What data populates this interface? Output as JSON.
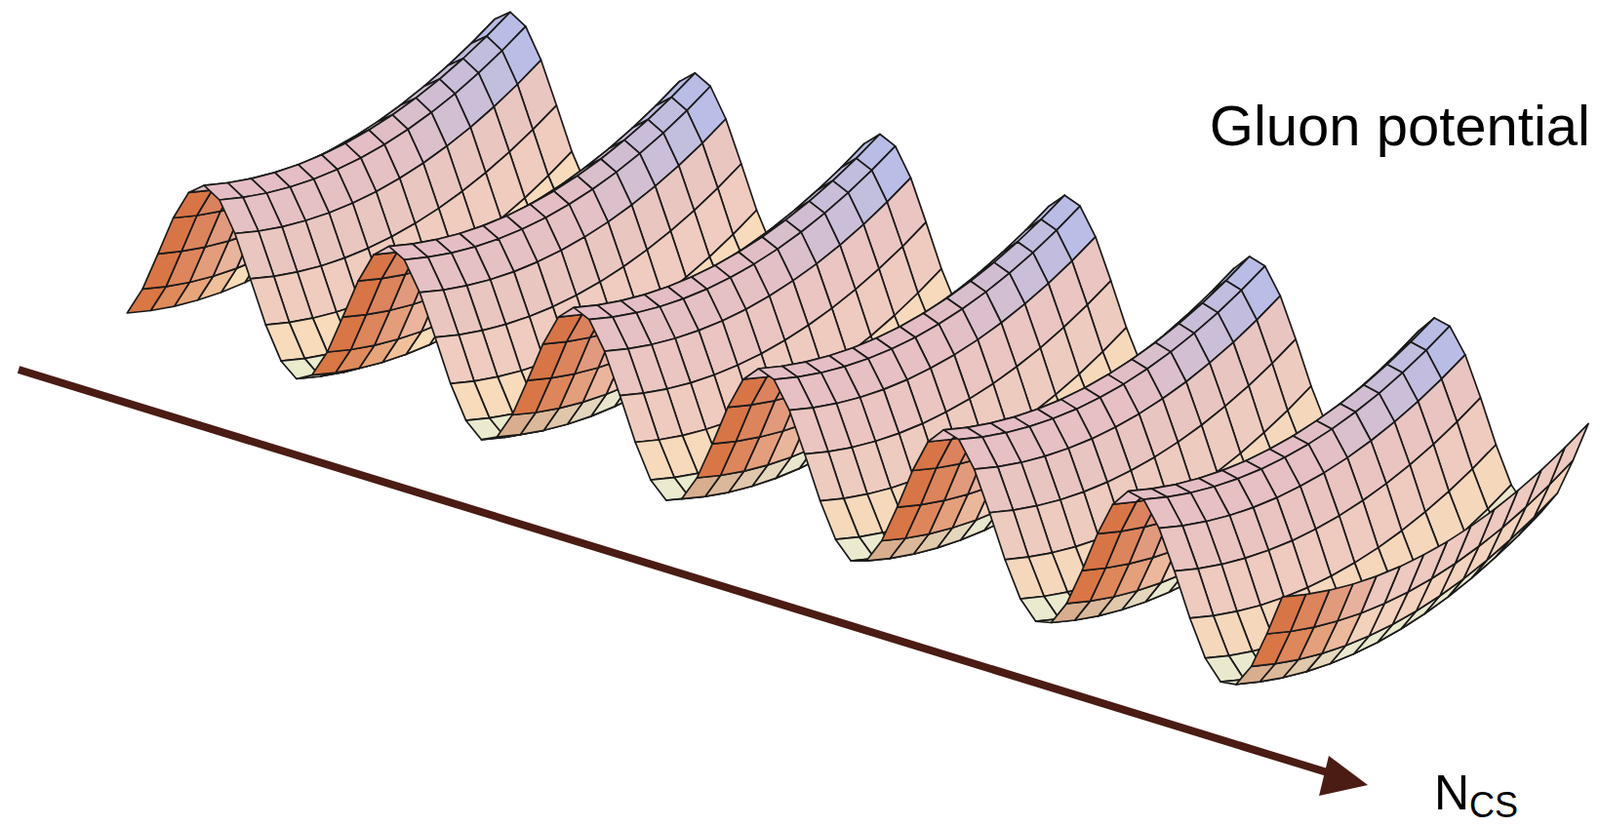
{
  "diagram": {
    "labels": [
      "Gluon potential",
      "N",
      "CS"
    ]
  }
}
